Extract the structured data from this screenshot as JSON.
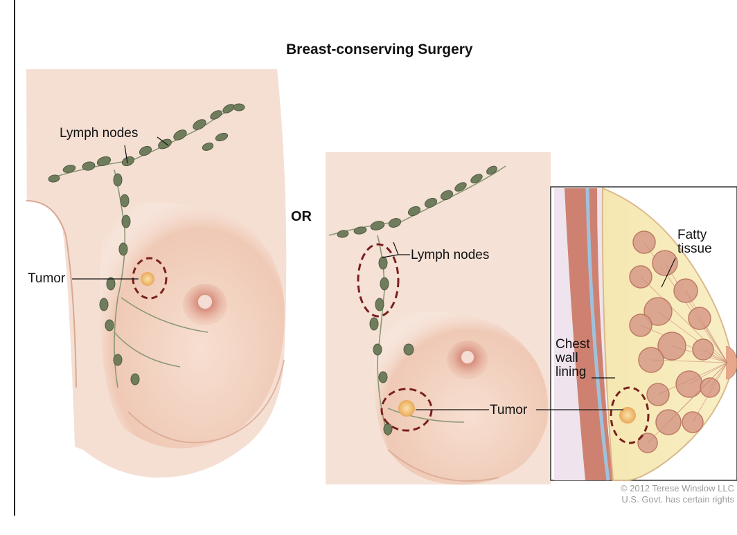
{
  "title": "Breast-conserving Surgery",
  "separator": "OR",
  "left_panel": {
    "lymph_label": "Lymph nodes",
    "tumor_label": "Tumor"
  },
  "right_panel": {
    "lymph_label": "Lymph nodes",
    "tumor_label": "Tumor"
  },
  "inset": {
    "fatty_tissue_label": "Fatty\ntissue",
    "chest_wall_label": "Chest\nwall\nlining"
  },
  "credit": {
    "line1": "© 2012 Terese Winslow LLC",
    "line2": "U.S. Govt. has certain rights"
  },
  "colors": {
    "skin": "#f2d3c2",
    "skin_shadow": "#d9a891",
    "node_fill": "#6f7d5d",
    "vessel": "#7f8c6a",
    "dashed_circle": "#7a1f1f",
    "tumor": "#f2c46a",
    "fat": "#f7eab0",
    "gland": "#d8a08a",
    "muscle": "#c9705a"
  }
}
